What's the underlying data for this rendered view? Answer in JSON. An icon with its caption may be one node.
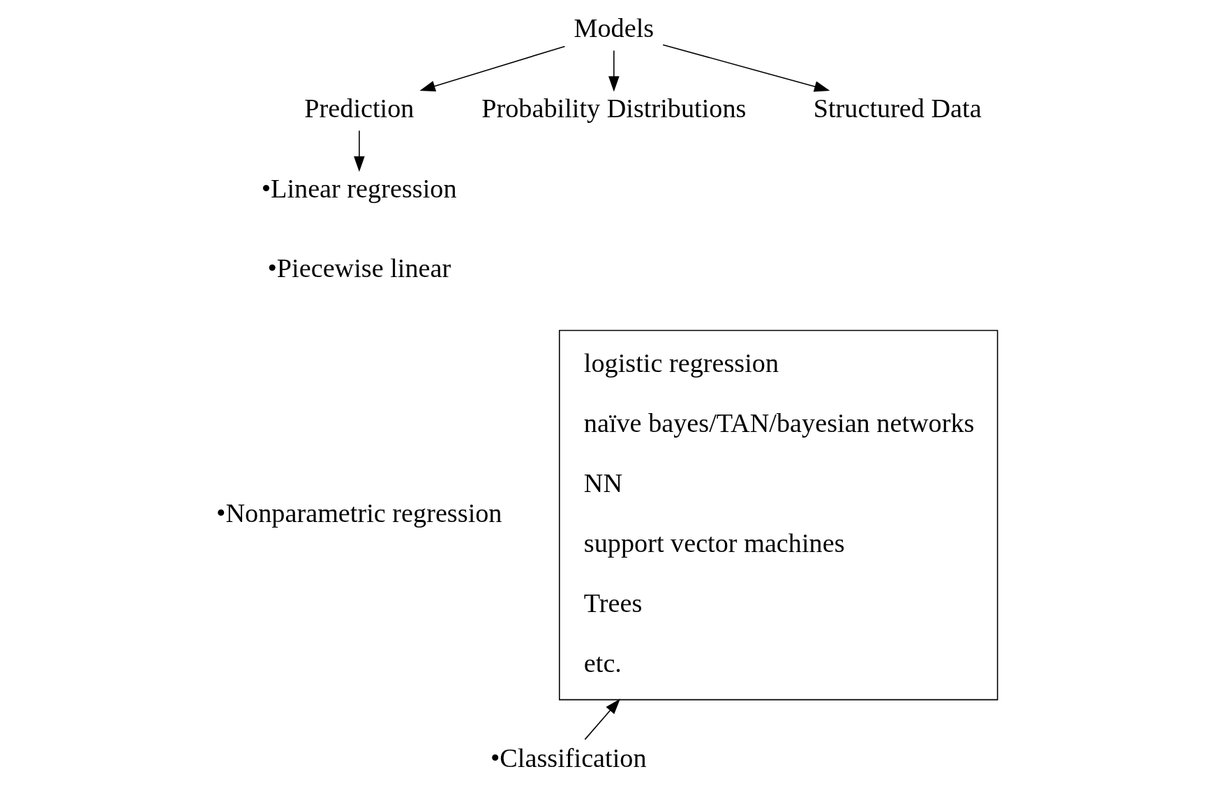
{
  "diagram": {
    "nodes": [
      {
        "text": [
          "Models"
        ]
      },
      {
        "text": [
          "Prediction"
        ]
      },
      {
        "text": [
          "Probability Distributions"
        ]
      },
      {
        "text": [
          "Structured Data"
        ]
      },
      {
        "text": [
          "•Linear regression"
        ]
      },
      {
        "text": [
          "•Piecewise linear"
        ]
      },
      {
        "text": [
          "•Nonparametric regression"
        ]
      },
      {
        "text": [
          "•Classification"
        ]
      },
      {
        "text": [
          "logistic regression",
          "naïve bayes/TAN/bayesian networks",
          "NN",
          "support vector machines",
          "Trees",
          "etc."
        ]
      }
    ],
    "edges": [
      {
        "from": 0,
        "to": 1,
        "arrow": "to"
      },
      {
        "from": 0,
        "to": 2,
        "arrow": "to"
      },
      {
        "from": 0,
        "to": 3,
        "arrow": "to"
      },
      {
        "from": 1,
        "to": 4,
        "arrow": "to"
      },
      {
        "from": 7,
        "to": 8,
        "arrow": "to"
      }
    ]
  }
}
